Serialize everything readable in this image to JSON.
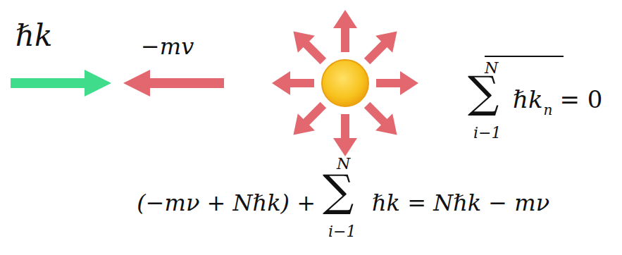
{
  "diagram": {
    "labels": [
      "ℏk",
      "−mv",
      "N",
      "∑",
      "i−1",
      "ℏk",
      "n",
      "= 0",
      "(−mν + Nℏk) +",
      "N",
      "∑",
      "i−1",
      "ℏk = Nℏk − mν"
    ]
  }
}
